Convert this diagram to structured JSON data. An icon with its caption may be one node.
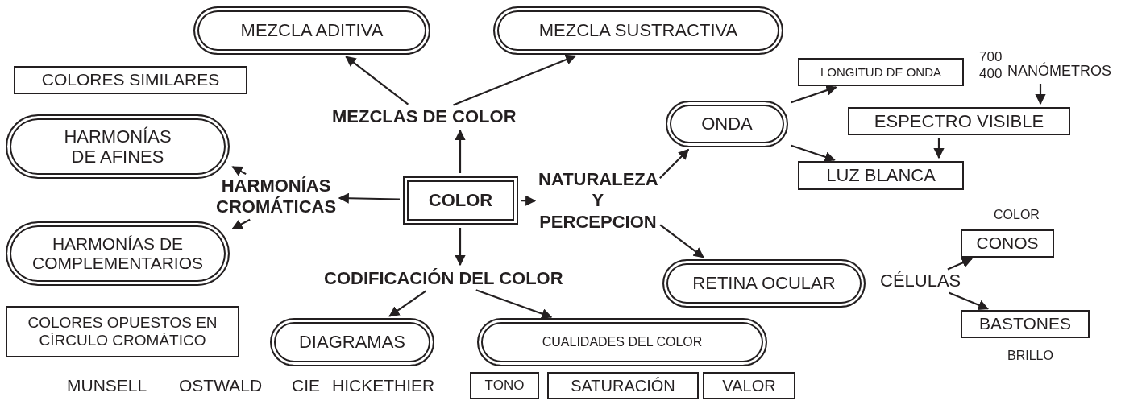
{
  "diagram": {
    "nodes": [
      {
        "text": [
          "COLOR"
        ]
      },
      {
        "text": [
          "MEZCLAS DE COLOR"
        ]
      },
      {
        "text": [
          "MEZCLA ADITIVA"
        ]
      },
      {
        "text": [
          "MEZCLA SUSTRACTIVA"
        ]
      },
      {
        "text": [
          "HARMONÍAS CROMÁTICAS"
        ]
      },
      {
        "text": [
          "HARMONÍAS DE AFINES"
        ]
      },
      {
        "text": [
          "HARMONÍAS DE COMPLEMENTARIOS"
        ]
      },
      {
        "text": [
          "NATURALEZA Y PERCEPCION"
        ]
      },
      {
        "text": [
          "ONDA"
        ]
      },
      {
        "text": [
          "LONGITUD DE ONDA"
        ]
      },
      {
        "text": [
          "NANÓMETROS"
        ]
      },
      {
        "text": [
          "ESPECTRO VISIBLE"
        ]
      },
      {
        "text": [
          "LUZ BLANCA"
        ]
      },
      {
        "text": [
          "RETINA OCULAR"
        ]
      },
      {
        "text": [
          "CÉLULAS"
        ]
      },
      {
        "text": [
          "CONOS"
        ],
        "beside": [
          "COLOR"
        ]
      },
      {
        "text": [
          "BASTONES"
        ],
        "beside": [
          "BRILLO"
        ]
      },
      {
        "text": [
          "CODIFICACIÓN DEL COLOR"
        ]
      },
      {
        "text": [
          "DIAGRAMAS"
        ]
      },
      {
        "text": [
          "CUALIDADES DEL COLOR"
        ]
      },
      {
        "text": [
          "TONO"
        ]
      },
      {
        "text": [
          "SATURACIÓN"
        ]
      },
      {
        "text": [
          "VALOR"
        ]
      },
      {
        "text": [
          "COLORES SIMILARES"
        ]
      },
      {
        "text": [
          "COLORES OPUESTOS EN CÍRCULO CROMÁTICO"
        ]
      }
    ],
    "edges": [
      {
        "from": 0,
        "to": 1,
        "arrow": "to"
      },
      {
        "from": 1,
        "to": 2,
        "arrow": "to"
      },
      {
        "from": 1,
        "to": 3,
        "arrow": "to"
      },
      {
        "from": 0,
        "to": 4,
        "arrow": "to"
      },
      {
        "from": 4,
        "to": 5,
        "arrow": "to"
      },
      {
        "from": 4,
        "to": 6,
        "arrow": "to"
      },
      {
        "from": 0,
        "to": 7,
        "arrow": "to"
      },
      {
        "from": 7,
        "to": 8,
        "arrow": "to"
      },
      {
        "from": 8,
        "to": 9,
        "arrow": "to"
      },
      {
        "from": 8,
        "to": 12,
        "arrow": "to"
      },
      {
        "from": 10,
        "to": 11,
        "arrow": "to"
      },
      {
        "from": 11,
        "to": 12,
        "arrow": "to"
      },
      {
        "from": 7,
        "to": 13,
        "arrow": "to"
      },
      {
        "from": 14,
        "to": 15,
        "arrow": "to"
      },
      {
        "from": 14,
        "to": 16,
        "arrow": "to"
      },
      {
        "from": 0,
        "to": 17,
        "arrow": "to"
      },
      {
        "from": 17,
        "to": 18,
        "arrow": "to"
      },
      {
        "from": 17,
        "to": 19,
        "arrow": "to"
      }
    ],
    "labels": [
      "700",
      "400",
      "MUNSELL",
      "OSTWALD",
      "CIE",
      "HICKETHIER"
    ]
  }
}
